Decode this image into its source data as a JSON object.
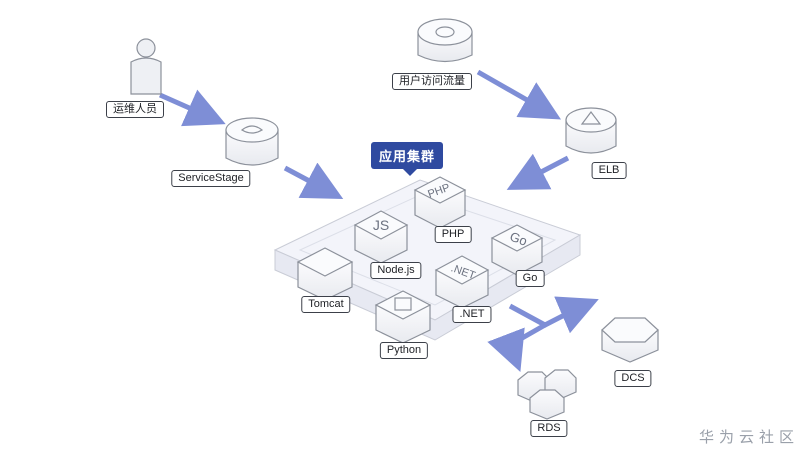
{
  "labels": {
    "ops": "运维人员",
    "servicestage": "ServiceStage",
    "traffic": "用户访问流量",
    "elb": "ELB",
    "cluster": "应用集群",
    "php": "PHP",
    "nodejs": "Node.js",
    "go": "Go",
    "tomcat": "Tomcat",
    "net": ".NET",
    "python": "Python",
    "dcs": "DCS",
    "rds": "RDS"
  },
  "icon_text": {
    "php": "PHP",
    "js": "JS",
    "go": "Go",
    "net": ".NET"
  },
  "watermark": "华为云社区",
  "colors": {
    "arrow": "#7e8ed6",
    "badge": "#2f4aa0",
    "box_fill": "#f4f5f8",
    "box_stroke": "#8c919b"
  }
}
